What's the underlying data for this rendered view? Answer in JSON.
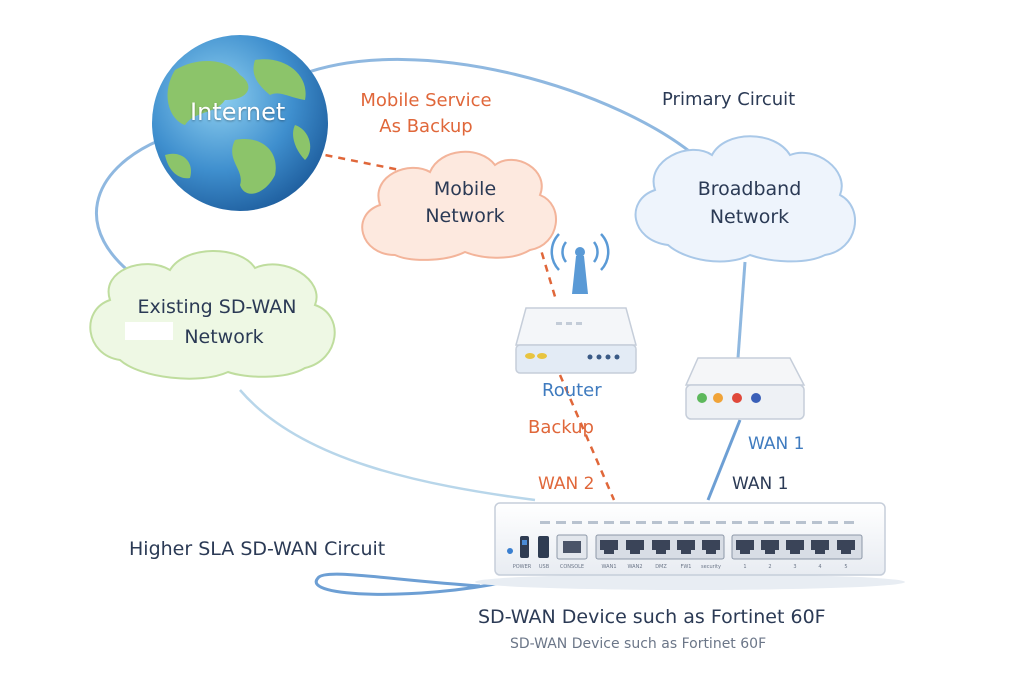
{
  "globe": {
    "label": "Internet"
  },
  "mobile_backup": {
    "line1": "Mobile Service",
    "line2": "As Backup"
  },
  "primary_circuit": "Primary Circuit",
  "clouds": {
    "mobile": {
      "line1": "Mobile",
      "line2": "Network"
    },
    "broadband": {
      "line1": "Broadband",
      "line2": "Network"
    },
    "existing": {
      "line1": "Existing SD-WAN",
      "line2": "Network"
    }
  },
  "router": {
    "label": "Router"
  },
  "backup_label": "Backup",
  "wan2_label": "WAN 2",
  "wan1_blue_label": "WAN 1",
  "wan1_dark_label": "WAN 1",
  "higher_sla_label": "Higher SLA SD-WAN Circuit",
  "device": {
    "title": "SD-WAN Device such as Fortinet 60F",
    "subtitle": "SD-WAN Device such as Fortinet 60F",
    "port_labels": [
      "POWER",
      "USB",
      "CONSOLE",
      "WAN1",
      "WAN2",
      "DMZ",
      "FW1",
      "security",
      "1",
      "2",
      "3",
      "4",
      "5"
    ]
  },
  "colors": {
    "orange": "#e0673a",
    "blue_line": "#8fb8e0",
    "navy": "#2b3a55",
    "mobile_cloud": "#fde9df",
    "broadband_cloud": "#eef4fc",
    "existing_cloud": "#eef8e4"
  }
}
